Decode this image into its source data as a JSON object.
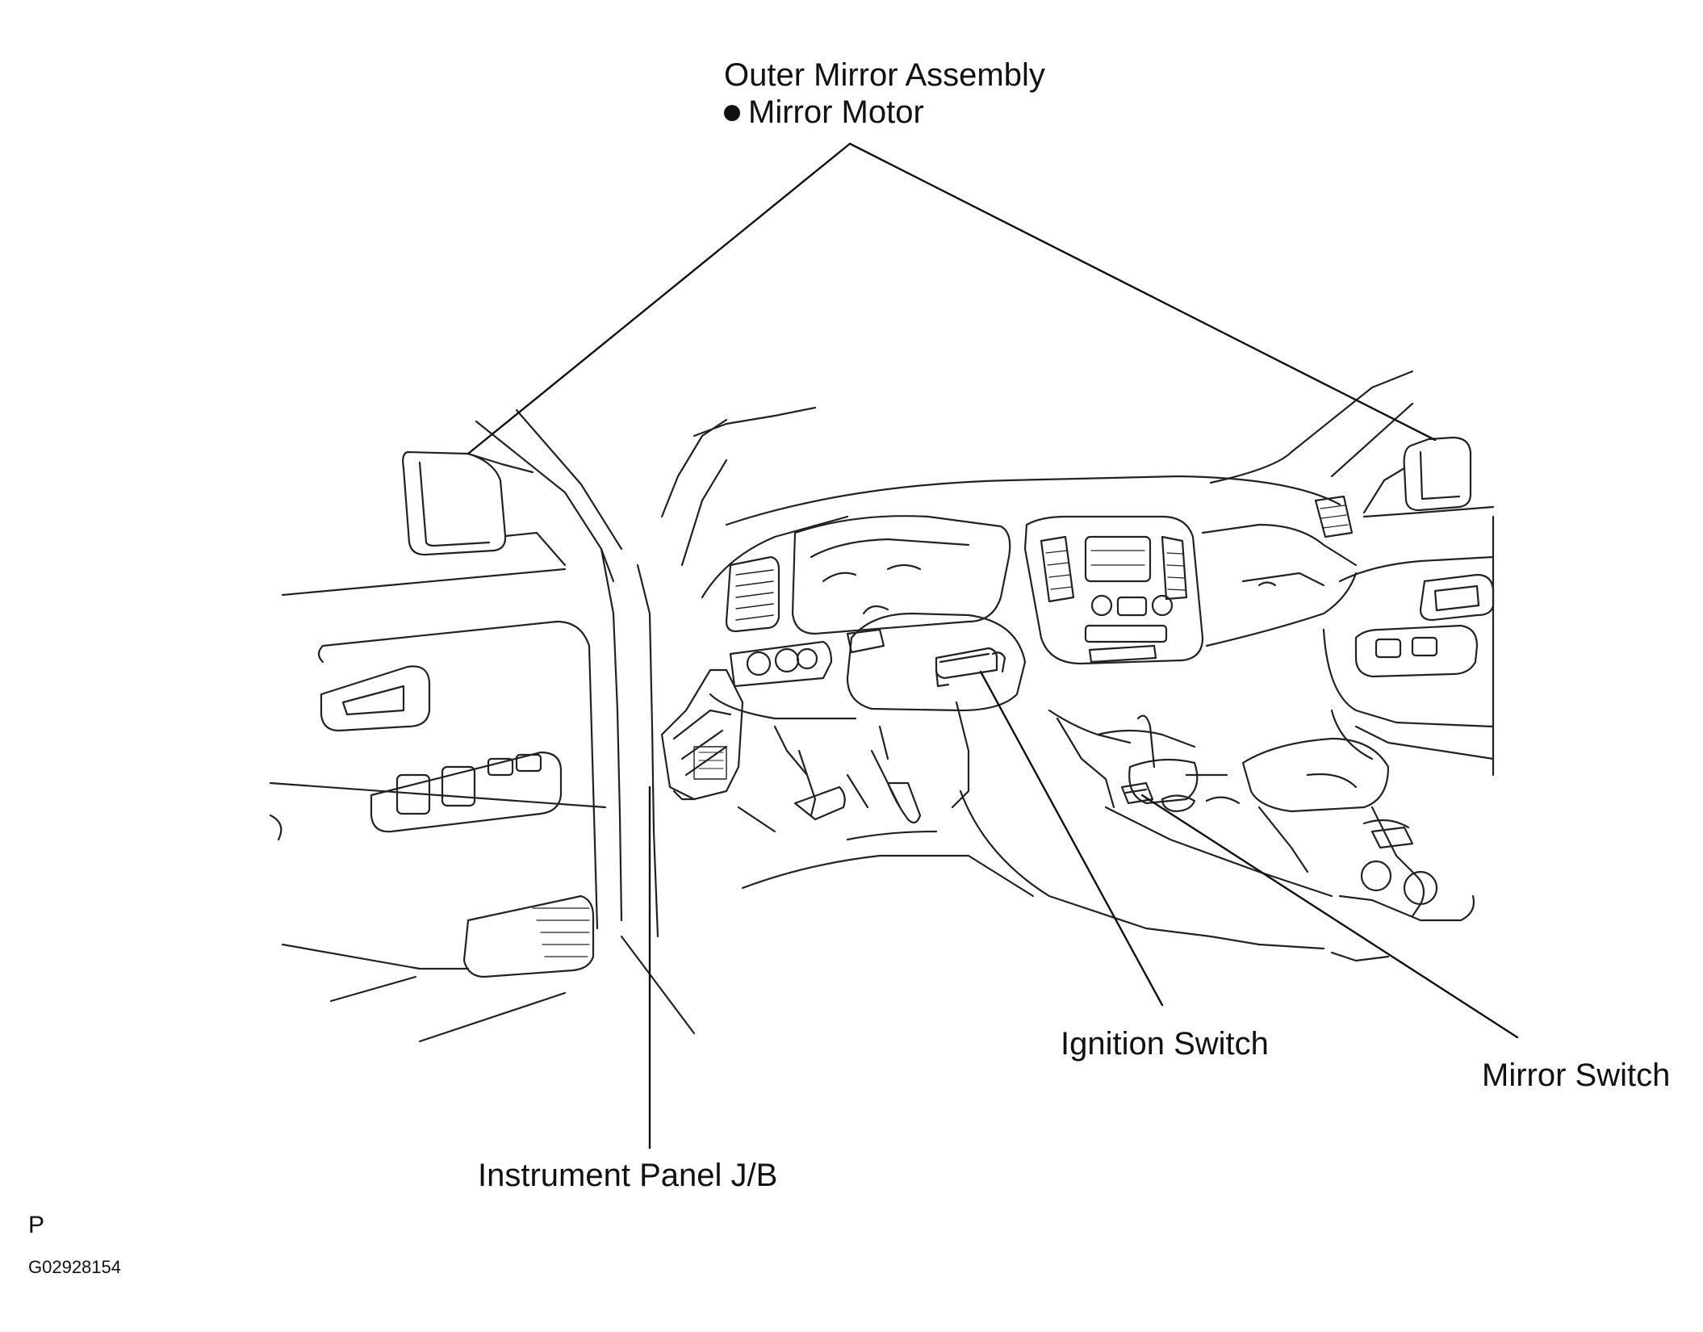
{
  "callouts": {
    "outer_mirror_assembly": "Outer Mirror Assembly",
    "mirror_motor": "Mirror Motor",
    "ignition_switch": "Ignition Switch",
    "mirror_switch": "Mirror Switch",
    "instrument_panel_jb": "Instrument Panel J/B"
  },
  "footer": {
    "view_code": "P",
    "figure_id": "G02928154"
  }
}
